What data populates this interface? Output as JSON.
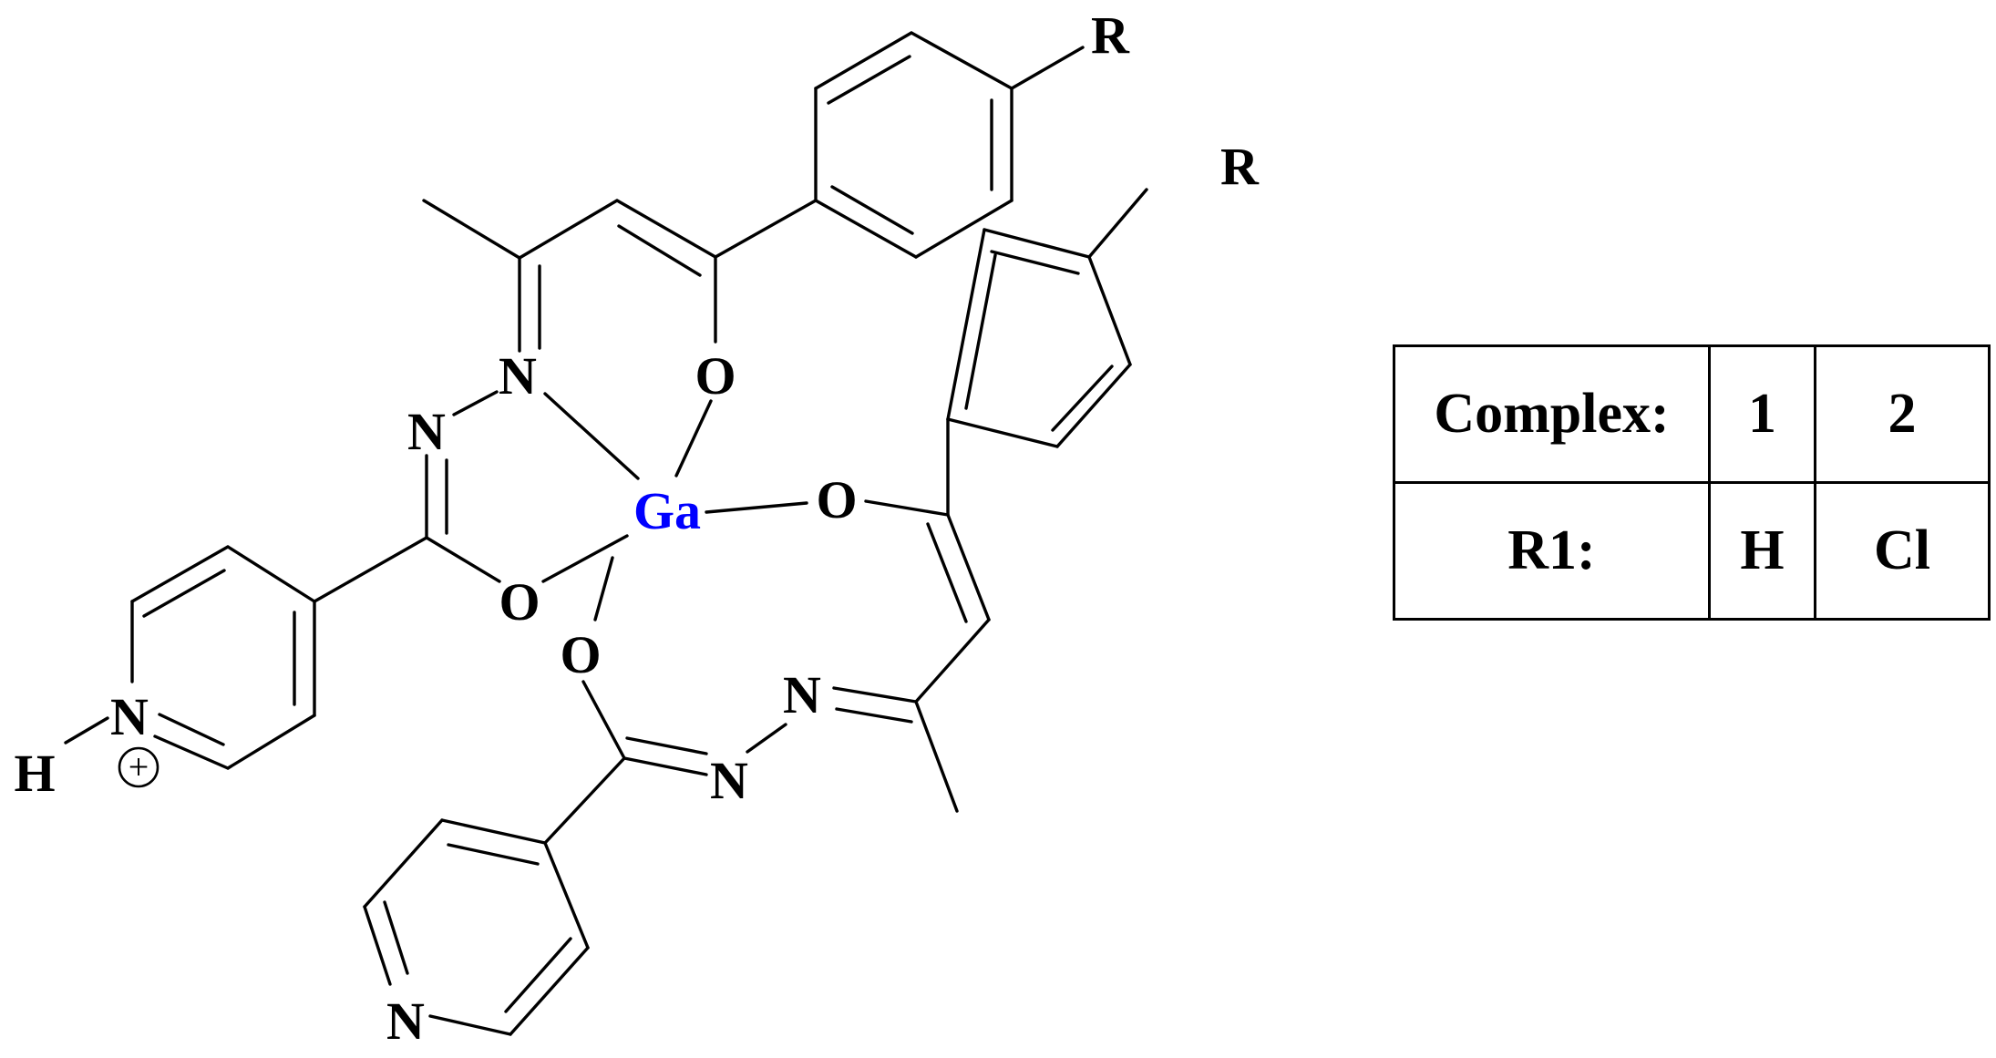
{
  "molecule": {
    "atoms": {
      "metal": "Ga",
      "r_top": "R",
      "r_right": "R",
      "o_enolate_top": "O",
      "n_imine_top": "N",
      "n_hydrazone_top": "N",
      "o_amide_top": "O",
      "o_enolate_right": "O",
      "o_amide_bottom": "O",
      "n_hydrazone_bottom_a": "N",
      "n_hydrazone_bottom_b": "N",
      "n_pyridinium": "N",
      "h_pyridinium": "H",
      "n_pyridine_bottom": "N"
    },
    "charge_symbol": "+",
    "metal_color": "#0000ff"
  },
  "table": {
    "rows": [
      [
        "Complex:",
        "1",
        "2"
      ],
      [
        "R1:",
        "H",
        "Cl"
      ]
    ]
  }
}
